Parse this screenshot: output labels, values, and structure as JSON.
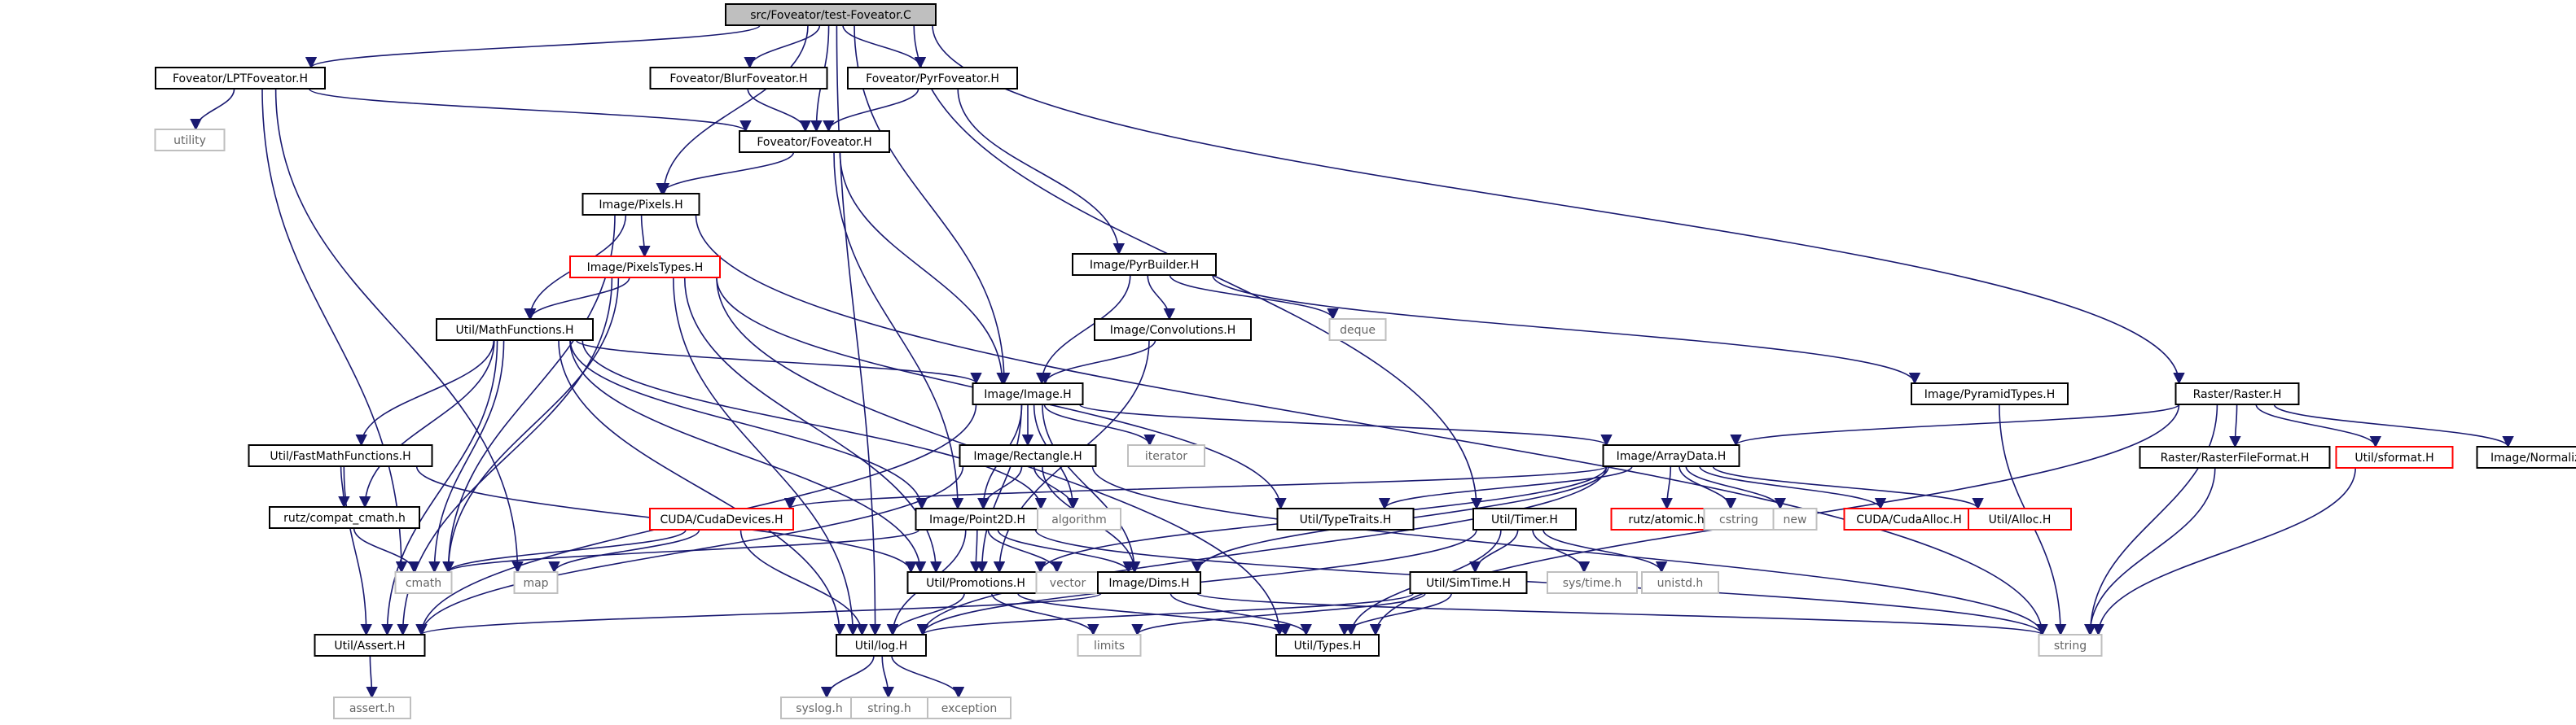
{
  "colors": {
    "edge": "#191970",
    "border_normal": "#000000",
    "border_external": "#bfbfbf",
    "border_truncated": "#ff0000",
    "fill_root": "#bfbfbf",
    "fill_normal": "#ffffff",
    "text_normal": "#000000",
    "text_external": "#666666"
  },
  "nodes": [
    {
      "id": "root",
      "label": "src/Foveator/test-Foveator.C",
      "kind": "root"
    },
    {
      "id": "lpt",
      "label": "Foveator/LPTFoveator.H",
      "kind": "normal"
    },
    {
      "id": "blur",
      "label": "Foveator/BlurFoveator.H",
      "kind": "normal"
    },
    {
      "id": "pyrf",
      "label": "Foveator/PyrFoveator.H",
      "kind": "normal"
    },
    {
      "id": "utility",
      "label": "utility",
      "kind": "external"
    },
    {
      "id": "foveator",
      "label": "Foveator/Foveator.H",
      "kind": "normal"
    },
    {
      "id": "pixels",
      "label": "Image/Pixels.H",
      "kind": "normal"
    },
    {
      "id": "pyrbuilder",
      "label": "Image/PyrBuilder.H",
      "kind": "normal"
    },
    {
      "id": "pixelstypes",
      "label": "Image/PixelsTypes.H",
      "kind": "truncated"
    },
    {
      "id": "convolutions",
      "label": "Image/Convolutions.H",
      "kind": "normal"
    },
    {
      "id": "deque",
      "label": "deque",
      "kind": "external"
    },
    {
      "id": "mathfunctions",
      "label": "Util/MathFunctions.H",
      "kind": "normal"
    },
    {
      "id": "image",
      "label": "Image/Image.H",
      "kind": "normal"
    },
    {
      "id": "pyramidtypes",
      "label": "Image/PyramidTypes.H",
      "kind": "normal"
    },
    {
      "id": "raster",
      "label": "Raster/Raster.H",
      "kind": "normal"
    },
    {
      "id": "fastmath",
      "label": "Util/FastMathFunctions.H",
      "kind": "normal"
    },
    {
      "id": "rectangle",
      "label": "Image/Rectangle.H",
      "kind": "normal"
    },
    {
      "id": "iterator",
      "label": "iterator",
      "kind": "external"
    },
    {
      "id": "arraydata",
      "label": "Image/ArrayData.H",
      "kind": "normal"
    },
    {
      "id": "rasterfileformat",
      "label": "Raster/RasterFileFormat.H",
      "kind": "normal"
    },
    {
      "id": "sformat",
      "label": "Util/sformat.H",
      "kind": "truncated"
    },
    {
      "id": "normalize",
      "label": "Image/Normalize.H",
      "kind": "normal"
    },
    {
      "id": "compatcmath",
      "label": "rutz/compat_cmath.h",
      "kind": "normal"
    },
    {
      "id": "cudadevices",
      "label": "CUDA/CudaDevices.H",
      "kind": "truncated"
    },
    {
      "id": "point2d",
      "label": "Image/Point2D.H",
      "kind": "normal"
    },
    {
      "id": "algorithm",
      "label": "algorithm",
      "kind": "external"
    },
    {
      "id": "typetraits",
      "label": "Util/TypeTraits.H",
      "kind": "normal"
    },
    {
      "id": "timer",
      "label": "Util/Timer.H",
      "kind": "normal"
    },
    {
      "id": "rutzatomic",
      "label": "rutz/atomic.h",
      "kind": "truncated"
    },
    {
      "id": "cstring",
      "label": "cstring",
      "kind": "external"
    },
    {
      "id": "new",
      "label": "new",
      "kind": "external"
    },
    {
      "id": "cudaalloc",
      "label": "CUDA/CudaAlloc.H",
      "kind": "truncated"
    },
    {
      "id": "alloc",
      "label": "Util/Alloc.H",
      "kind": "truncated"
    },
    {
      "id": "cmath",
      "label": "cmath",
      "kind": "external"
    },
    {
      "id": "map",
      "label": "map",
      "kind": "external"
    },
    {
      "id": "promotions",
      "label": "Util/Promotions.H",
      "kind": "normal"
    },
    {
      "id": "vector",
      "label": "vector",
      "kind": "external"
    },
    {
      "id": "dims",
      "label": "Image/Dims.H",
      "kind": "normal"
    },
    {
      "id": "simtime",
      "label": "Util/SimTime.H",
      "kind": "normal"
    },
    {
      "id": "systime",
      "label": "sys/time.h",
      "kind": "external"
    },
    {
      "id": "unistd",
      "label": "unistd.h",
      "kind": "external"
    },
    {
      "id": "limits",
      "label": "limits",
      "kind": "external"
    },
    {
      "id": "assert",
      "label": "Util/Assert.H",
      "kind": "normal"
    },
    {
      "id": "log",
      "label": "Util/log.H",
      "kind": "normal"
    },
    {
      "id": "types",
      "label": "Util/Types.H",
      "kind": "normal"
    },
    {
      "id": "string",
      "label": "string",
      "kind": "external"
    },
    {
      "id": "asserth",
      "label": "assert.h",
      "kind": "external"
    },
    {
      "id": "syslog",
      "label": "syslog.h",
      "kind": "external"
    },
    {
      "id": "stringh",
      "label": "string.h",
      "kind": "external"
    },
    {
      "id": "exception",
      "label": "exception",
      "kind": "external"
    }
  ],
  "edges": [
    [
      "root",
      "lpt"
    ],
    [
      "root",
      "blur"
    ],
    [
      "root",
      "pyrf"
    ],
    [
      "root",
      "foveator"
    ],
    [
      "root",
      "pixels"
    ],
    [
      "root",
      "image"
    ],
    [
      "root",
      "log"
    ],
    [
      "root",
      "timer"
    ],
    [
      "root",
      "raster"
    ],
    [
      "lpt",
      "utility"
    ],
    [
      "lpt",
      "foveator"
    ],
    [
      "lpt",
      "cmath"
    ],
    [
      "lpt",
      "map"
    ],
    [
      "blur",
      "foveator"
    ],
    [
      "pyrf",
      "foveator"
    ],
    [
      "pyrf",
      "pyrbuilder"
    ],
    [
      "foveator",
      "pixels"
    ],
    [
      "foveator",
      "image"
    ],
    [
      "foveator",
      "point2d"
    ],
    [
      "pixels",
      "pixelstypes"
    ],
    [
      "pixels",
      "mathfunctions"
    ],
    [
      "pixels",
      "cmath"
    ],
    [
      "pixels",
      "string"
    ],
    [
      "pixelstypes",
      "mathfunctions"
    ],
    [
      "pixelstypes",
      "assert"
    ],
    [
      "pixelstypes",
      "cmath"
    ],
    [
      "pixelstypes",
      "promotions"
    ],
    [
      "pixelstypes",
      "types"
    ],
    [
      "pixelstypes",
      "typetraits"
    ],
    [
      "pixelstypes",
      "log"
    ],
    [
      "mathfunctions",
      "image"
    ],
    [
      "mathfunctions",
      "fastmath"
    ],
    [
      "mathfunctions",
      "compatcmath"
    ],
    [
      "mathfunctions",
      "cmath"
    ],
    [
      "mathfunctions",
      "assert"
    ],
    [
      "mathfunctions",
      "promotions"
    ],
    [
      "mathfunctions",
      "algorithm"
    ],
    [
      "mathfunctions",
      "point2d"
    ],
    [
      "mathfunctions",
      "log"
    ],
    [
      "pyrbuilder",
      "image"
    ],
    [
      "pyrbuilder",
      "convolutions"
    ],
    [
      "pyrbuilder",
      "deque"
    ],
    [
      "pyrbuilder",
      "pyramidtypes"
    ],
    [
      "convolutions",
      "image"
    ],
    [
      "convolutions",
      "promotions"
    ],
    [
      "image",
      "rectangle"
    ],
    [
      "image",
      "arraydata"
    ],
    [
      "image",
      "iterator"
    ],
    [
      "image",
      "point2d"
    ],
    [
      "image",
      "algorithm"
    ],
    [
      "image",
      "promotions"
    ],
    [
      "image",
      "dims"
    ],
    [
      "image",
      "assert"
    ],
    [
      "rectangle",
      "point2d"
    ],
    [
      "rectangle",
      "algorithm"
    ],
    [
      "rectangle",
      "dims"
    ],
    [
      "rectangle",
      "assert"
    ],
    [
      "rectangle",
      "string"
    ],
    [
      "fastmath",
      "compatcmath"
    ],
    [
      "fastmath",
      "assert"
    ],
    [
      "fastmath",
      "promotions"
    ],
    [
      "compatcmath",
      "cmath"
    ],
    [
      "arraydata",
      "cudadevices"
    ],
    [
      "arraydata",
      "typetraits"
    ],
    [
      "arraydata",
      "rutzatomic"
    ],
    [
      "arraydata",
      "cstring"
    ],
    [
      "arraydata",
      "new"
    ],
    [
      "arraydata",
      "cudaalloc"
    ],
    [
      "arraydata",
      "alloc"
    ],
    [
      "arraydata",
      "dims"
    ],
    [
      "arraydata",
      "log"
    ],
    [
      "arraydata",
      "promotions"
    ],
    [
      "cudadevices",
      "cmath"
    ],
    [
      "cudadevices",
      "map"
    ],
    [
      "cudadevices",
      "log"
    ],
    [
      "point2d",
      "promotions"
    ],
    [
      "point2d",
      "dims"
    ],
    [
      "point2d",
      "vector"
    ],
    [
      "point2d",
      "log"
    ],
    [
      "point2d",
      "cmath"
    ],
    [
      "point2d",
      "string"
    ],
    [
      "promotions",
      "types"
    ],
    [
      "promotions",
      "log"
    ],
    [
      "promotions",
      "limits"
    ],
    [
      "dims",
      "assert"
    ],
    [
      "dims",
      "types"
    ],
    [
      "dims",
      "string"
    ],
    [
      "timer",
      "simtime"
    ],
    [
      "timer",
      "systime"
    ],
    [
      "timer",
      "unistd"
    ],
    [
      "timer",
      "types"
    ],
    [
      "timer",
      "log"
    ],
    [
      "simtime",
      "types"
    ],
    [
      "simtime",
      "limits"
    ],
    [
      "simtime",
      "log"
    ],
    [
      "raster",
      "arraydata"
    ],
    [
      "raster",
      "rasterfileformat"
    ],
    [
      "raster",
      "sformat"
    ],
    [
      "raster",
      "normalize"
    ],
    [
      "raster",
      "types"
    ],
    [
      "raster",
      "string"
    ],
    [
      "rasterfileformat",
      "string"
    ],
    [
      "sformat",
      "string"
    ],
    [
      "pyramidtypes",
      "string"
    ],
    [
      "assert",
      "asserth"
    ],
    [
      "log",
      "syslog"
    ],
    [
      "log",
      "stringh"
    ],
    [
      "log",
      "exception"
    ]
  ]
}
